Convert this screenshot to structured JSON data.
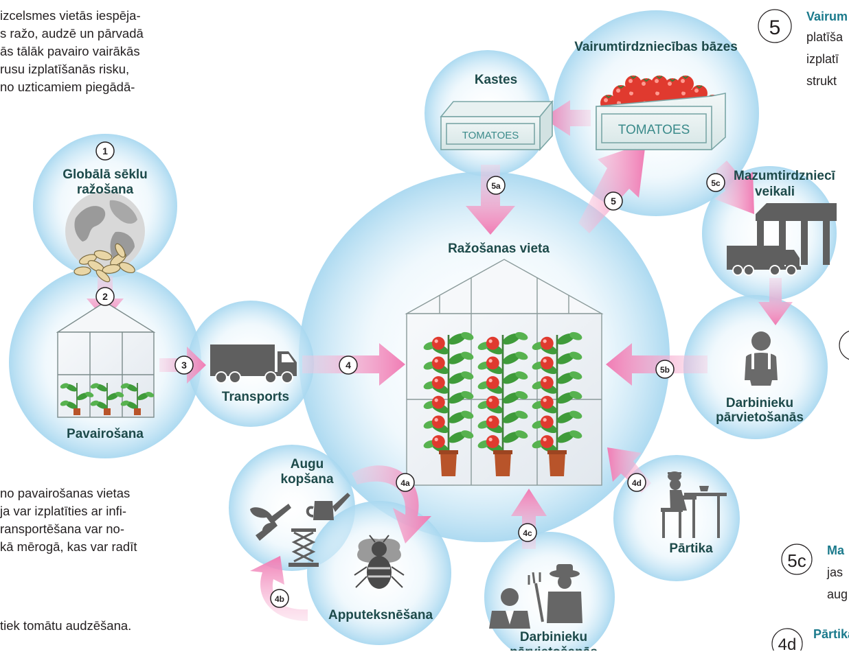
{
  "intro_text_lines": [
    "izcelsmes vietās iespēja-",
    "s ražo, audzē un pārvadā",
    "ās tālāk pavairo vairākās",
    "rusu izplatīšanās risku,",
    " no uzticamiem piegādā-"
  ],
  "lower_text_lines": [
    "no pavairošanas vietas",
    "ja var izplatīties ar infi-",
    "ransportēšana var no-",
    "kā mērogā, kas var radīt"
  ],
  "bottom_text_line": "tiek tomātu audzēšana.",
  "nodes": {
    "seed": {
      "badge": "1",
      "label_lines": [
        "Globālā sēklu",
        "ražošana"
      ]
    },
    "propagation": {
      "badge": "2",
      "label": "Pavairošana"
    },
    "transport": {
      "badge": "3",
      "label": "Transports"
    },
    "production": {
      "badge": "4",
      "label": "Ražošanas vieta"
    },
    "plant_care": {
      "badge": "4a",
      "label_lines": [
        "Augu",
        "kopšana"
      ]
    },
    "pollination": {
      "badge": "4b",
      "label": "Apputeksnēšana"
    },
    "workers_bottom": {
      "badge": "4c",
      "label_lines": [
        "Darbinieku",
        "pārvietošanās"
      ]
    },
    "food": {
      "badge": "4d",
      "label": "Pārtika"
    },
    "wholesale": {
      "badge": "5",
      "label": "Vairumtirdzniecības bāzes"
    },
    "boxes": {
      "badge": "5a",
      "label": "Kastes"
    },
    "workers_right": {
      "badge": "5b",
      "label_lines": [
        "Darbinieku",
        "pārvietošanās"
      ]
    },
    "retail": {
      "badge": "5c",
      "label_lines": [
        "Mazumtirdzniecī",
        "veikali"
      ]
    }
  },
  "crate_labels": {
    "large": "TOMATOES",
    "small": "TOMATOES"
  },
  "side_notes": [
    {
      "badge": "5",
      "title": "Vairum",
      "lines": [
        "platīša",
        "izplatī",
        "strukt"
      ]
    },
    {
      "badge": "5c",
      "title": "Ma",
      "lines": [
        "jas",
        "aug"
      ]
    },
    {
      "badge": "4d",
      "title": "Pārtika",
      "lines": []
    }
  ],
  "colors": {
    "label_text": "#1d4a4a",
    "bubble": "#c8e6f5",
    "arrow": "#f07cb4",
    "icon_gray": "#5a5a5a",
    "tomato": "#e03a2f",
    "leaf": "#3f9b3a",
    "pot": "#b8542a",
    "side_title": "#1b7a8c"
  },
  "icons": [
    "globe-icon",
    "seeds-icon",
    "greenhouse-icon",
    "truck-icon",
    "tomato-crate-icon",
    "box-icon",
    "store-icon",
    "worker-icon",
    "bee-icon",
    "pruning-shears-icon",
    "watering-can-icon",
    "diner-icon",
    "farmer-icon"
  ]
}
